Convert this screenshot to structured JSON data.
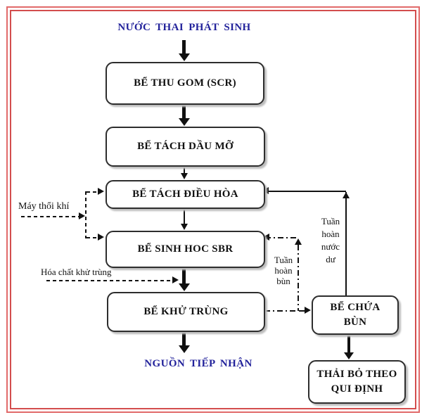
{
  "flowchart": {
    "source_label": "NƯỚC THAI PHÁT SINH",
    "sink_label": "NGUỒN TIẾP NHẬN",
    "nodes": {
      "thu_gom": {
        "label": "BỂ THU GOM (SCR)"
      },
      "tach_dau_mo": {
        "label": "BỂ TÁCH DẦU MỠ"
      },
      "dieu_hoa": {
        "label": "BỂ TÁCH ĐIỀU HÒA"
      },
      "sinh_hoc_sbr": {
        "label": "BỂ SINH HOC SBR"
      },
      "khu_trung": {
        "label": "BỂ KHỬ TRÙNG"
      },
      "chua_bun": {
        "lines": [
          "BỂ CHỨA",
          "BÙN"
        ]
      },
      "thai_bo": {
        "lines": [
          "THẢI BỎ THEO",
          "QUI ĐỊNH"
        ]
      }
    },
    "annotations": {
      "may_thoi_khi": "Máy thổi khí",
      "hoa_chat_khu_trung": "Hóa chất khử trùng",
      "tuan_hoan_bun": [
        "Tuần",
        "hoàn",
        "bùn"
      ],
      "tuan_hoan_nuoc_du": [
        "Tuần",
        "hoàn",
        "nước",
        "dư"
      ]
    },
    "colors": {
      "frame_outer": "#e16a6a",
      "frame_inner": "#d34d4d",
      "title_text": "#22229b",
      "box_border": "#2d2d2d",
      "box_fill": "#ffffff",
      "box_shadow": "#bdbdbd",
      "line": "#111111"
    }
  }
}
